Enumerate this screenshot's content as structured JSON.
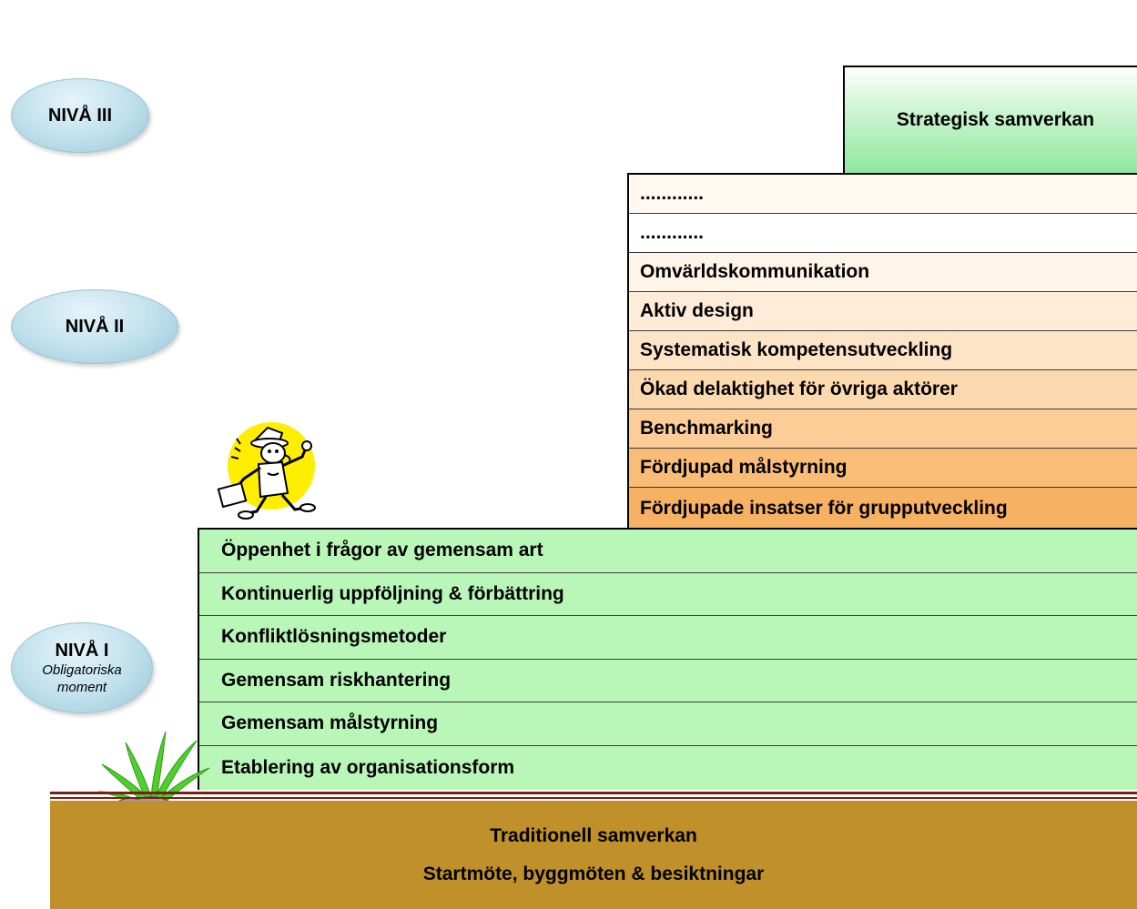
{
  "levels": {
    "level3": {
      "label": "NIVÅ III"
    },
    "level2": {
      "label": "NIVÅ II"
    },
    "level1": {
      "label": "NIVÅ I",
      "sub1": "Obligatoriska",
      "sub2": "moment"
    }
  },
  "level3_box": {
    "label": "Strategisk samverkan"
  },
  "level2_items": [
    "............",
    "............",
    "Omvärldskommunikation",
    "Aktiv design",
    "Systematisk kompetensutveckling",
    "Ökad delaktighet för övriga aktörer",
    "Benchmarking",
    "Fördjupad målstyrning",
    "Fördjupade insatser för grupputveckling"
  ],
  "level2_colors": [
    "#fff9f2",
    "#ffffff",
    "#fff4e8",
    "#ffecd8",
    "#fee4c6",
    "#fdd9af",
    "#fccd97",
    "#f9bd78",
    "#f7b163"
  ],
  "level1_items": [
    "Öppenhet i frågor av gemensam art",
    "Kontinuerlig uppföljning & förbättring",
    "Konfliktlösningsmetoder",
    "Gemensam riskhantering",
    "Gemensam målstyrning",
    "Etablering av organisationsform"
  ],
  "ground": {
    "line1": "Traditionell samverkan",
    "line2": "Startmöte, byggmöten & besiktningar"
  }
}
